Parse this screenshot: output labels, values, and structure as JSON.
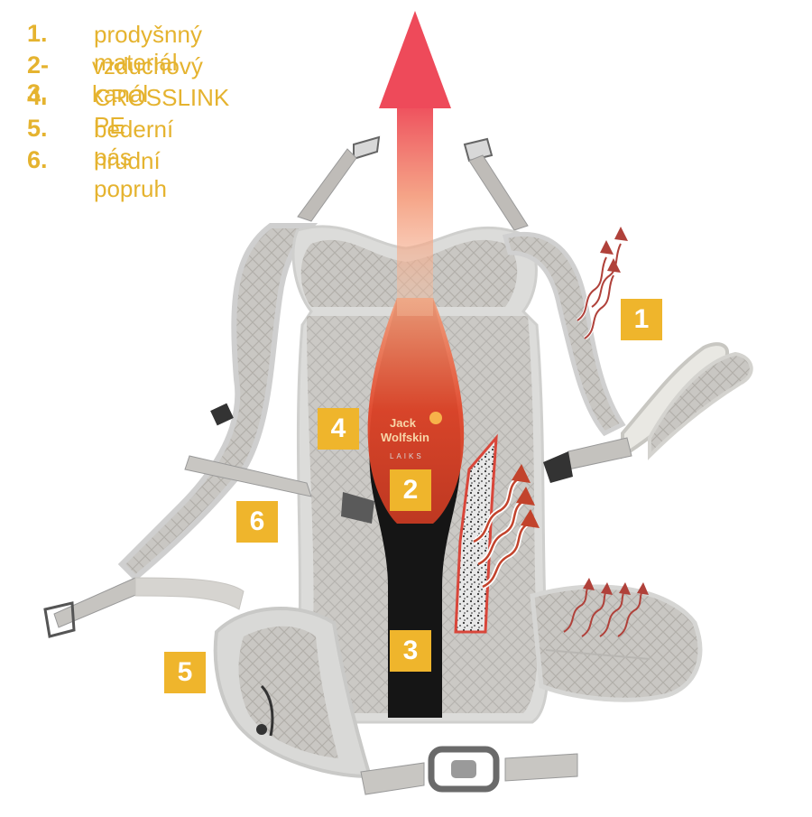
{
  "legend": [
    {
      "num": "1.",
      "text": "prodyšnný materiál"
    },
    {
      "num": "2-3.",
      "text": "vzduchový kanál"
    },
    {
      "num": "4.",
      "text": "CROSSLINK PE"
    },
    {
      "num": "5.",
      "text": "bederní pás"
    },
    {
      "num": "6.",
      "text": "hrudní popruh"
    }
  ],
  "badges": {
    "b1": "1",
    "b2": "2",
    "b3": "3",
    "b4": "4",
    "b5": "5",
    "b6": "6"
  },
  "brand": {
    "line1": "Jack",
    "line2": "Wolfskin",
    "line3": "LAIKS"
  },
  "colors": {
    "legend": "#e5b32f",
    "badge": "#efb52c",
    "airflow": "#d9532d",
    "mesh": "#bdbab5"
  }
}
